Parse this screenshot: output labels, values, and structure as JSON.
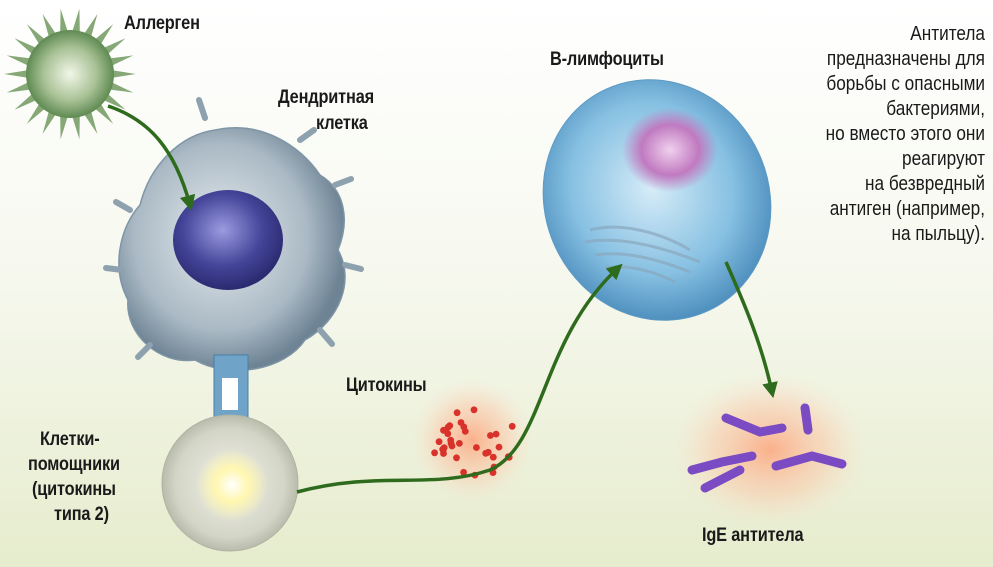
{
  "labels": {
    "allergen": "Аллерген",
    "dendritic_line1": "Дендритная",
    "dendritic_line2": "клетка",
    "b_lymphocytes": "В-лимфоциты",
    "cytokines": "Цитокины",
    "helper_line1": "Клетки-",
    "helper_line2": "помощники",
    "helper_line3": "(цитокины",
    "helper_line4": "типа 2)",
    "ige": "IgE антитела"
  },
  "description": [
    "Антитела",
    "предназначены для",
    "борьбы с опасными",
    "бактериями,",
    "но вместо этого они",
    "реагируют",
    "на безвредный",
    "антиген (например,",
    "на пыльцу)."
  ],
  "colors": {
    "arrow": "#2e6b1d",
    "allergen": "#8fb07a",
    "dendritic": "#a9b8c2",
    "nucleus": "#3a3a8c",
    "b_cell": "#6aaed6",
    "b_nucleus": "#b05aa8",
    "helper": "#d8d8c8",
    "helper_core": "#fff6a8",
    "cytokine": "#d8322a",
    "antibody": "#7a4bc2"
  }
}
